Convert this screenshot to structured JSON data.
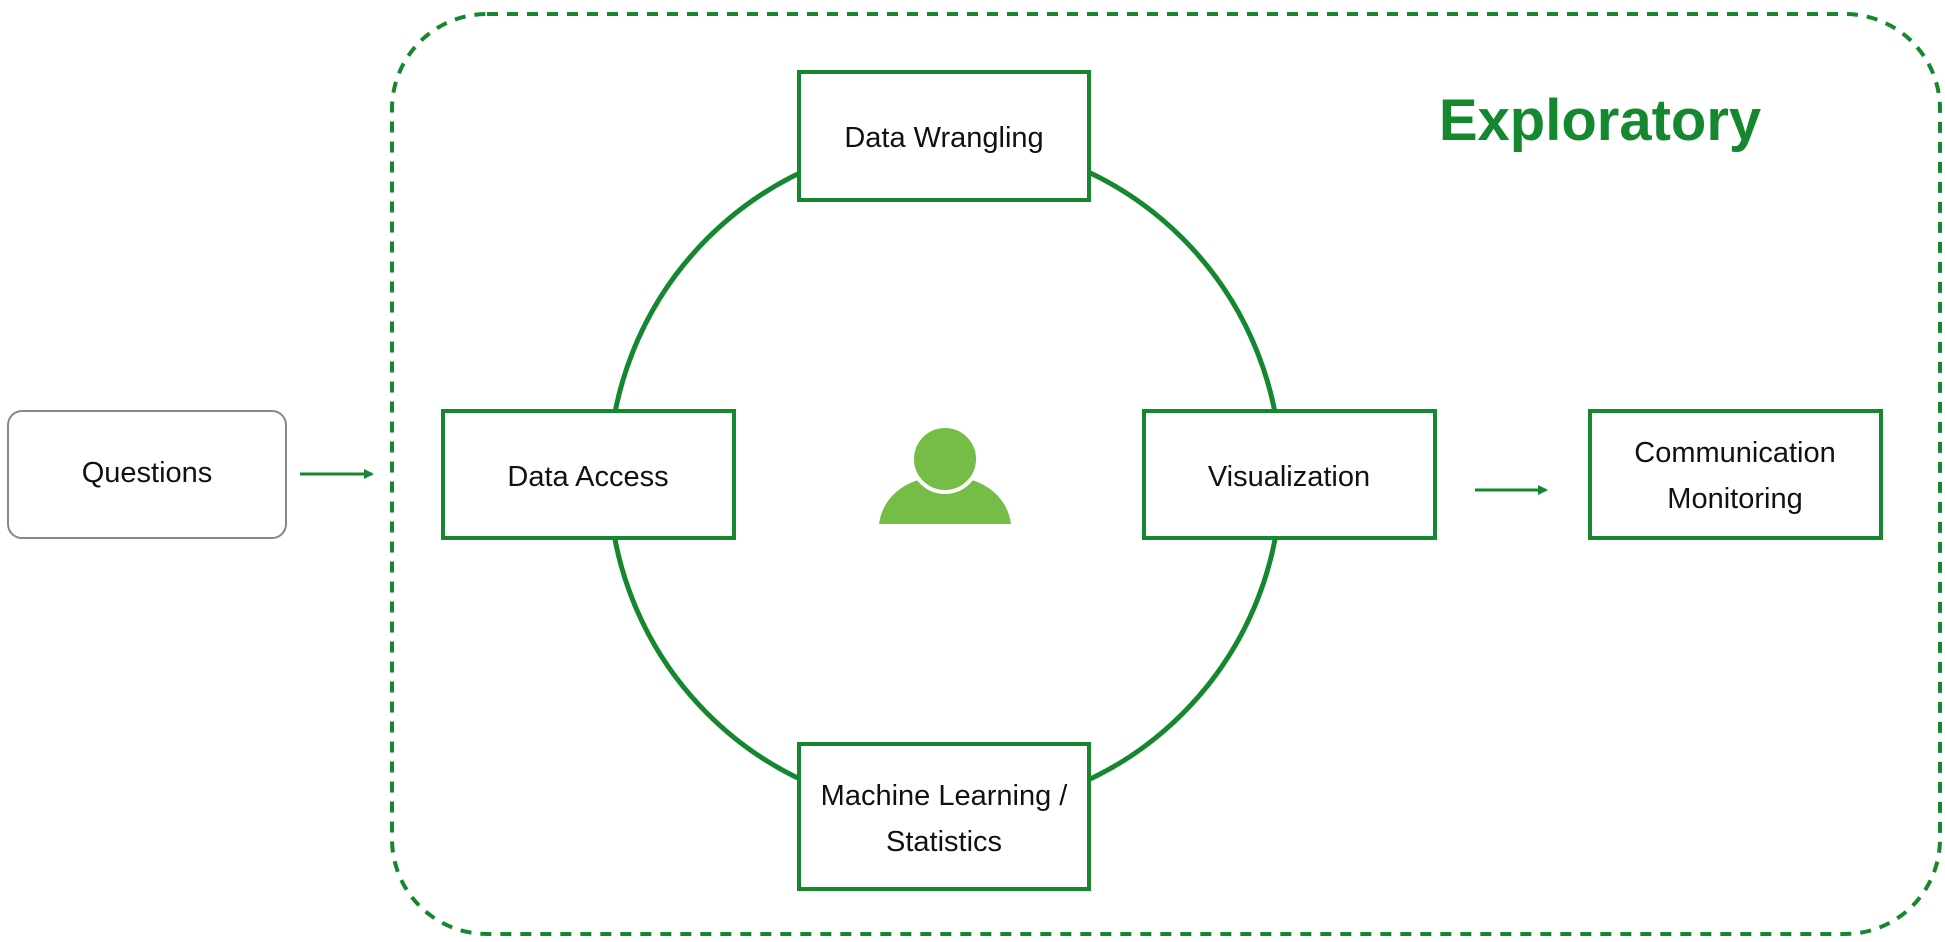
{
  "colors": {
    "accent": "#15882f",
    "person": "#76bd47",
    "question_border": "#888888",
    "text": "#111111"
  },
  "title": "Exploratory",
  "questions": {
    "label": "Questions"
  },
  "cycle": {
    "top": {
      "label": "Data Wrangling"
    },
    "left": {
      "label": "Data Access"
    },
    "right": {
      "label": "Visualization"
    },
    "bottom": {
      "line1": "Machine Learning /",
      "line2": "Statistics"
    }
  },
  "output": {
    "line1": "Communication",
    "line2": "Monitoring"
  },
  "icons": {
    "center": "person-icon"
  }
}
